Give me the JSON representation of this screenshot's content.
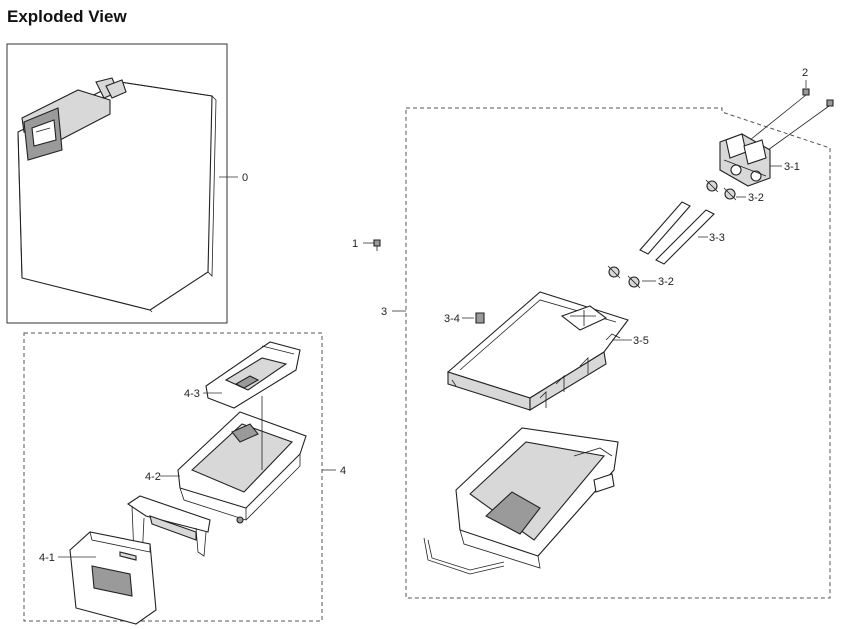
{
  "title": "Exploded View",
  "callouts": {
    "c0": "0",
    "c1": "1",
    "c2": "2",
    "c3": "3",
    "c3_1": "3-1",
    "c3_2a": "3-2",
    "c3_2b": "3-2",
    "c3_3": "3-3",
    "c3_4": "3-4",
    "c3_5": "3-5",
    "c4": "4",
    "c4_1": "4-1",
    "c4_2": "4-2",
    "c4_3": "4-3"
  }
}
